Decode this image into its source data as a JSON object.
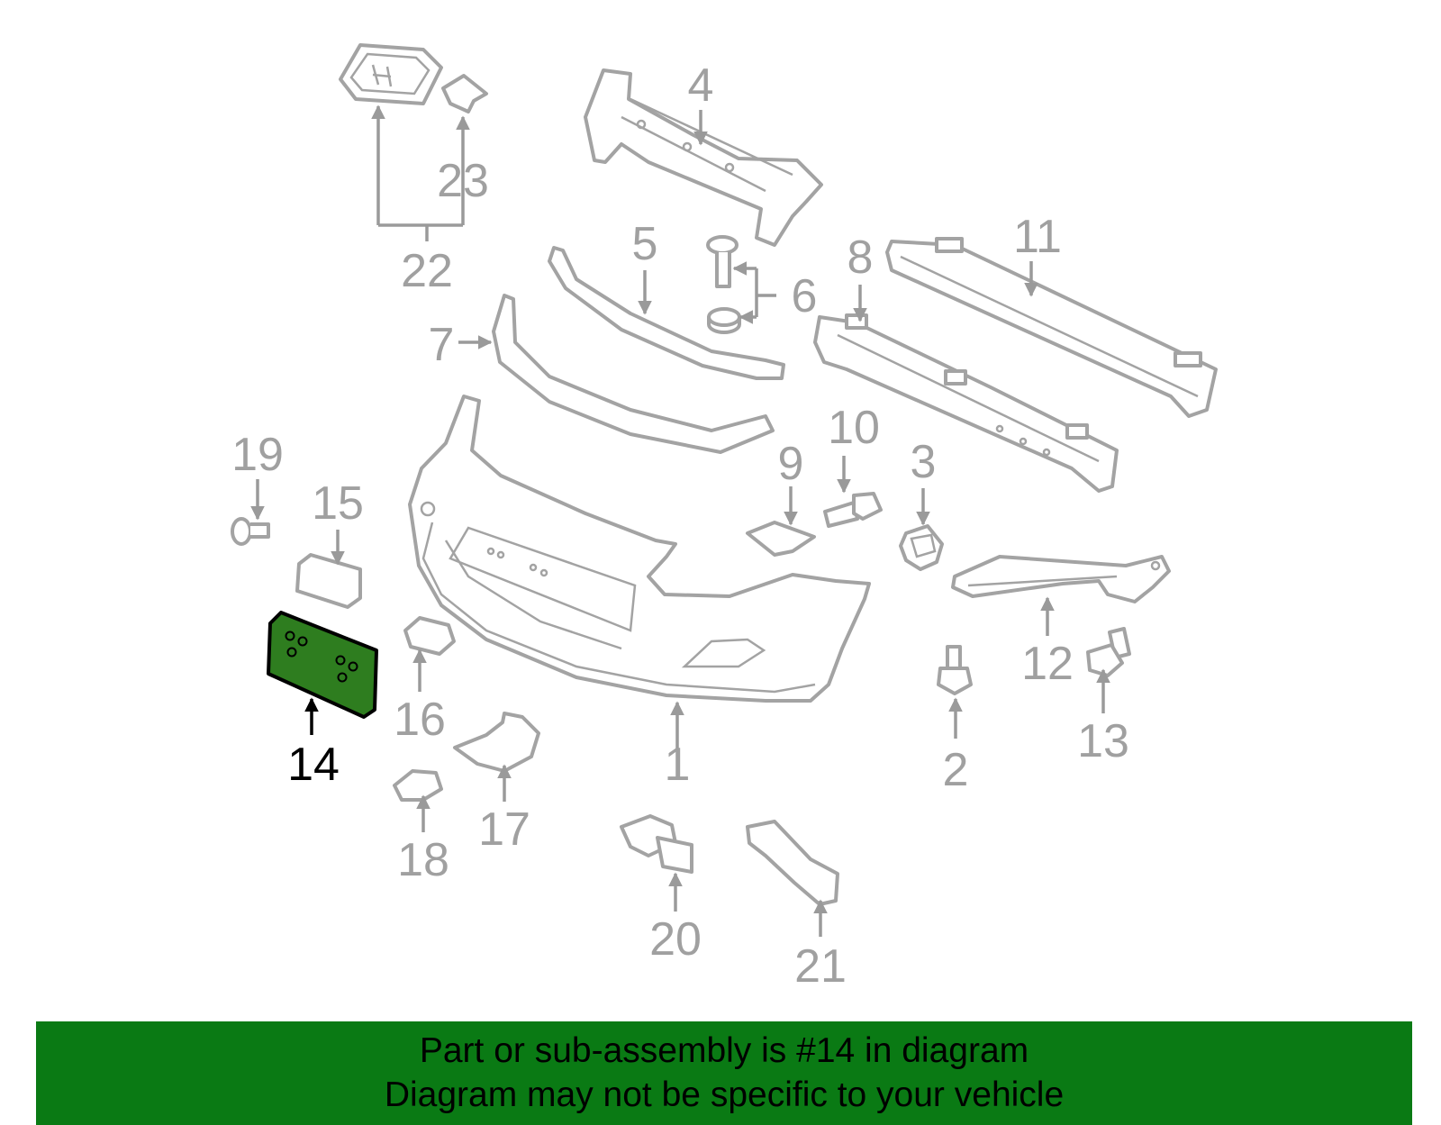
{
  "diagram": {
    "highlighted_part": "14",
    "highlight_color": "#2e7d1f",
    "callouts": [
      "1",
      "2",
      "3",
      "4",
      "5",
      "6",
      "7",
      "8",
      "9",
      "10",
      "11",
      "12",
      "13",
      "14",
      "15",
      "16",
      "17",
      "18",
      "19",
      "20",
      "21",
      "22",
      "23"
    ]
  },
  "banner": {
    "line1": "Part or sub-assembly is #14 in diagram",
    "line2": "Diagram may not be specific to your vehicle",
    "background": "#0a7a14"
  }
}
